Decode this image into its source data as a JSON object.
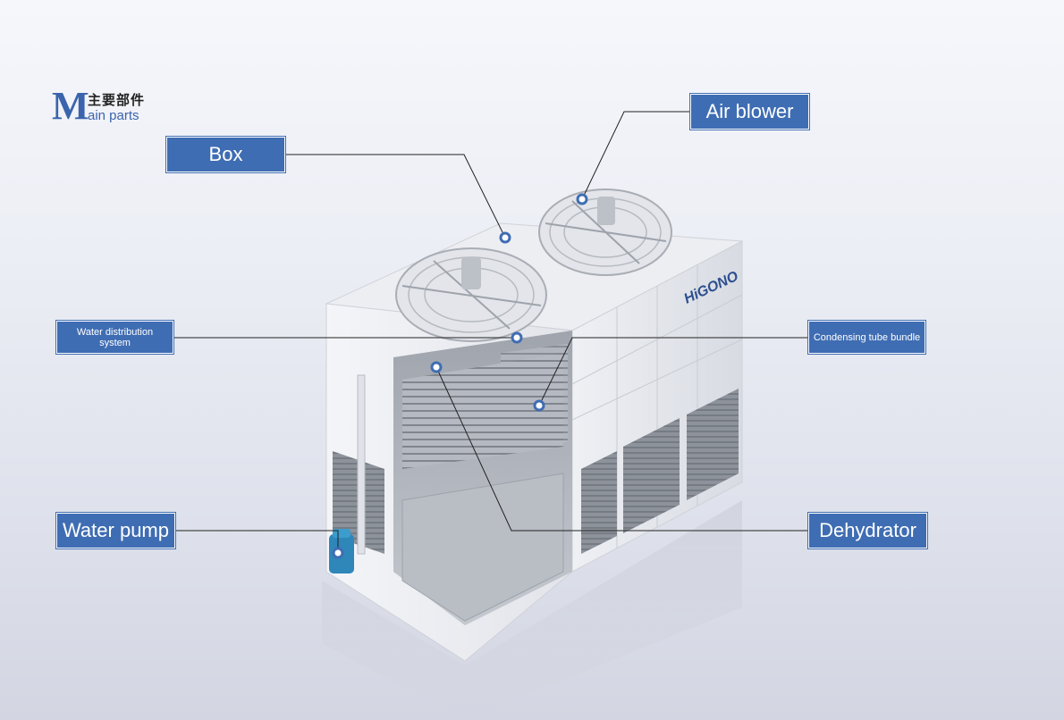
{
  "header": {
    "logo_letter": "M",
    "logo_cn": "主要部件",
    "logo_en": "ain parts"
  },
  "labels": {
    "box": "Box",
    "air_blower": "Air blower",
    "water_distribution": "Water distribution system",
    "condensing_tube": "Condensing tube bundle",
    "water_pump": "Water pump",
    "dehydrator": "Dehydrator"
  },
  "brand": "HiGONO",
  "colors": {
    "accent": "#3f6db3",
    "leader_line": "#222222",
    "marker_ring": "#3f6db3"
  }
}
